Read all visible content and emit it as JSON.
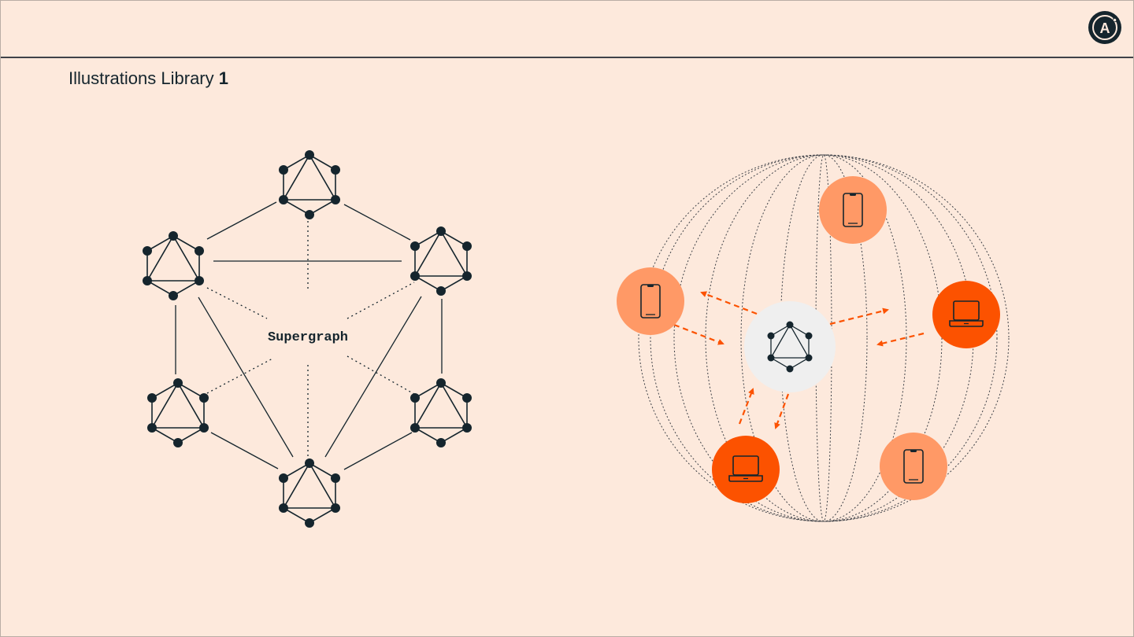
{
  "header": {
    "title": "Illustrations Library",
    "title_number": "1",
    "logo_letter": "A"
  },
  "supergraph_diagram": {
    "center_label": "Supergraph",
    "subgraph_icon": "graphql-icon"
  },
  "globe_diagram": {
    "hub_icon": "graphql-icon",
    "clients": [
      {
        "type": "phone",
        "icon": "phone-icon",
        "color": "#ff9966"
      },
      {
        "type": "phone",
        "icon": "phone-icon",
        "color": "#ff9966"
      },
      {
        "type": "laptop",
        "icon": "laptop-icon",
        "color": "#fc5200"
      },
      {
        "type": "laptop",
        "icon": "laptop-icon",
        "color": "#fc5200"
      },
      {
        "type": "phone",
        "icon": "phone-icon",
        "color": "#ff9966"
      }
    ],
    "arrow_color": "#fc5200",
    "hub_color": "#efefef"
  },
  "colors": {
    "background": "#fde9dc",
    "ink": "#15252d",
    "phone": "#ff9966",
    "laptop": "#fc5200"
  }
}
